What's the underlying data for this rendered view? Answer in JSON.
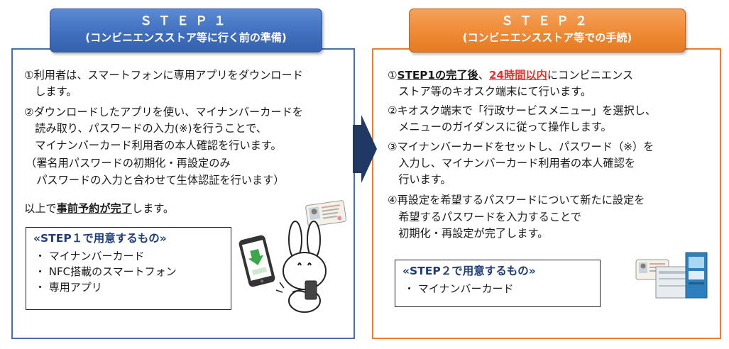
{
  "step1": {
    "title": "ＳＴＥＰ１",
    "subtitle": "(コンビニエンスストア等に行く前の準備)",
    "lines": [
      "①利用者は、スマートフォンに専用アプリをダウンロード",
      "　します。",
      "②ダウンロードしたアプリを使い、マイナンバーカードを",
      "　読み取り、パスワードの入力(※)を行うことで、",
      "　マイナンバーカード利用者の本人確認を行います。",
      "（署名用パスワードの初期化・再設定のみ",
      "　パスワードの入力と合わせて生体認証を行います）"
    ],
    "conclusion_pre": "以上で",
    "conclusion_bold": "事前予約が完了",
    "conclusion_post": "します。",
    "needs_title": "«STEP１で用意するもの»",
    "needs_items": [
      "・ マイナンバーカード",
      "・ NFC搭載のスマートフォン",
      "・ 専用アプリ"
    ]
  },
  "step2": {
    "title": "ＳＴＥＰ２",
    "subtitle": "(コンビニエンスストア等での手続)",
    "line1_pre": "①",
    "line1_bold": "STEP1の完了後",
    "line1_sep": "、",
    "line1_red": "24時間以内",
    "line1_post": "にコンビニエンス",
    "lines": [
      "　ストア等のキオスク端末にて行います。",
      "②キオスク端末で「行政サービスメニュー」を選択し、",
      "　メニューのガイダンスに従って操作します。",
      "③マイナンバーカードをセットし、パスワード（※）を",
      "　入力し、マイナンバーカード利用者の本人確認を",
      "　行います。",
      "④再設定を希望するパスワードについて新たに設定を",
      "　希望するパスワードを入力することで",
      "　初期化・再設定が完了します。"
    ],
    "needs_title": "«STEP２で用意するもの»",
    "needs_items": [
      "・ マイナンバーカード"
    ]
  }
}
